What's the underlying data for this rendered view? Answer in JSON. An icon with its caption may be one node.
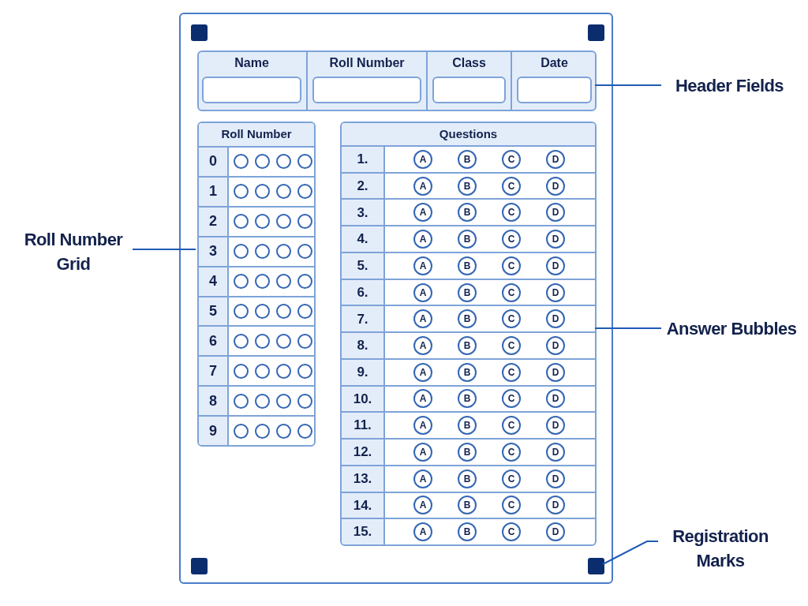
{
  "diagram": {
    "nodes": [
      {
        "text": [],
        "shape": "box"
      },
      {
        "text": [],
        "shape": "box",
        "in": 0
      },
      {
        "text": [],
        "shape": "box",
        "in": 0
      },
      {
        "text": [],
        "shape": "box",
        "in": 0
      },
      {
        "text": [],
        "shape": "box",
        "in": 0
      },
      {
        "text": [],
        "shape": "box",
        "in": 0
      },
      {
        "text": [
          "Name"
        ],
        "in": 5
      },
      {
        "text": [
          "Roll Number"
        ],
        "in": 5
      },
      {
        "text": [
          "Class"
        ],
        "in": 5
      },
      {
        "text": [
          "Date"
        ],
        "in": 5
      },
      {
        "text": [
          "Roll Number"
        ],
        "in": 0
      },
      {
        "text": [
          "Questions"
        ],
        "in": 0
      },
      {
        "text": [
          "Header Fields"
        ]
      },
      {
        "text": [
          "Roll Number Grid"
        ]
      },
      {
        "text": [
          "Answer Bubbles"
        ]
      },
      {
        "text": [
          "Registration Marks"
        ]
      }
    ],
    "edges": [
      {
        "from": 12,
        "to": 5,
        "arrow": "none"
      },
      {
        "from": 13,
        "to": 10,
        "arrow": "none"
      },
      {
        "from": 14,
        "to": 11,
        "arrow": "none"
      },
      {
        "from": 15,
        "to": 4,
        "arrow": "none"
      }
    ],
    "labels": [
      "0",
      "1",
      "2",
      "3",
      "4",
      "5",
      "6",
      "7",
      "8",
      "9",
      "1.",
      "A",
      "B",
      "C",
      "D",
      "2.",
      "A",
      "B",
      "C",
      "D",
      "3.",
      "A",
      "B",
      "C",
      "D",
      "4.",
      "A",
      "B",
      "C",
      "D",
      "5.",
      "A",
      "B",
      "C",
      "D",
      "6.",
      "A",
      "B",
      "C",
      "D",
      "7.",
      "A",
      "B",
      "C",
      "D",
      "8.",
      "A",
      "B",
      "C",
      "D",
      "9.",
      "A",
      "B",
      "C",
      "D",
      "10.",
      "A",
      "B",
      "C",
      "D",
      "11.",
      "A",
      "B",
      "C",
      "D",
      "12.",
      "A",
      "B",
      "C",
      "D",
      "13.",
      "A",
      "B",
      "C",
      "D",
      "14.",
      "A",
      "B",
      "C",
      "D",
      "15.",
      "A",
      "B",
      "C",
      "D"
    ]
  }
}
